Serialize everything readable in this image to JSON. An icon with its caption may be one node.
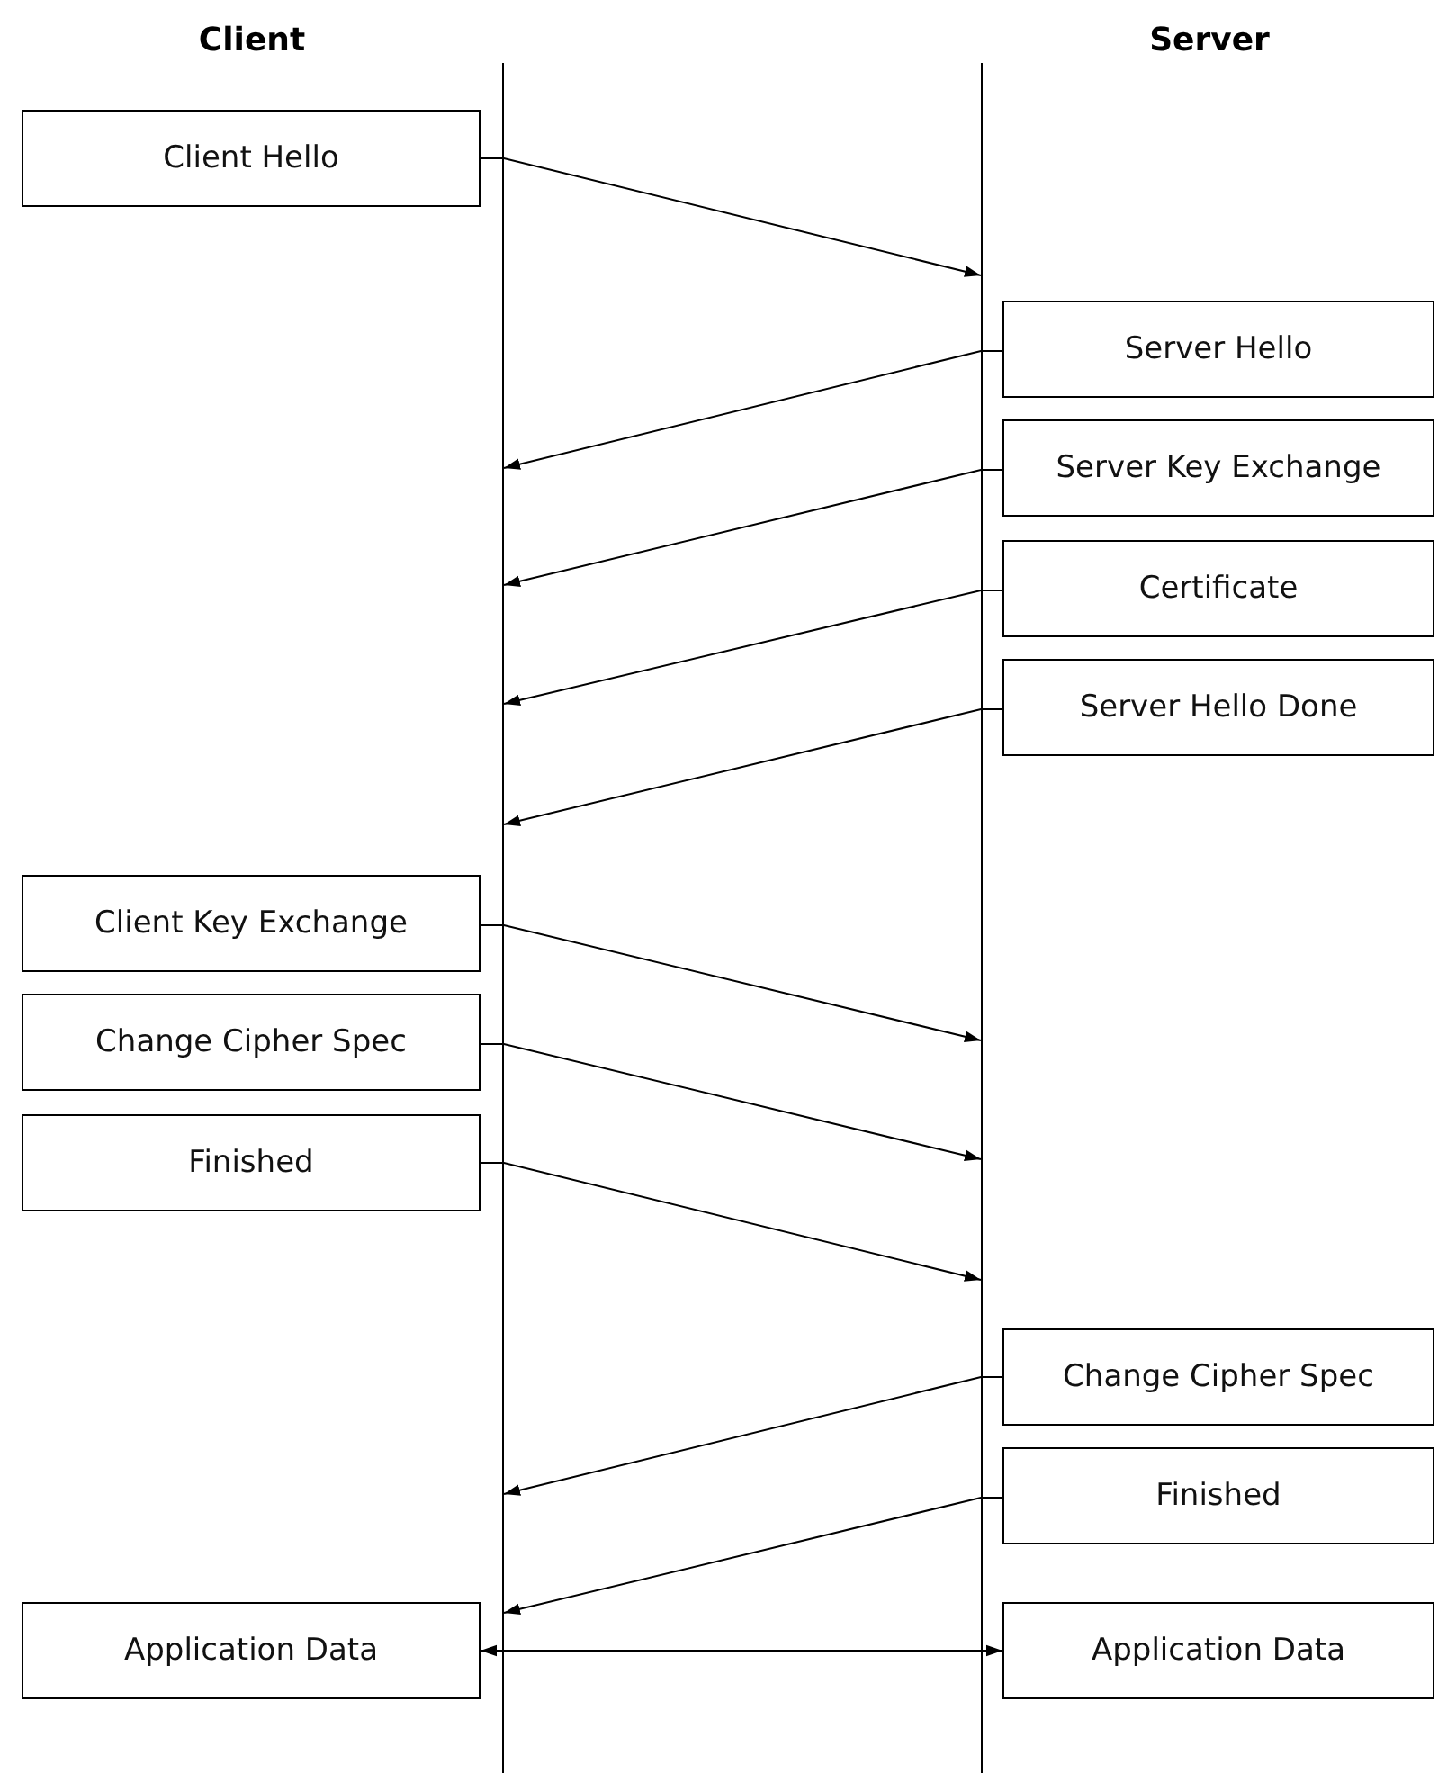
{
  "diagram": {
    "nodes": [
      {
        "text": [
          "Client Hello"
        ]
      },
      {
        "text": [
          "Server Hello"
        ]
      },
      {
        "text": [
          "Server Key Exchange"
        ]
      },
      {
        "text": [
          "Certificate"
        ]
      },
      {
        "text": [
          "Server Hello Done"
        ]
      },
      {
        "text": [
          "Client Key Exchange"
        ]
      },
      {
        "text": [
          "Change Cipher Spec"
        ]
      },
      {
        "text": [
          "Finished"
        ]
      },
      {
        "text": [
          "Change Cipher Spec"
        ]
      },
      {
        "text": [
          "Finished"
        ]
      },
      {
        "text": [
          "Application Data"
        ]
      },
      {
        "text": [
          "Application Data"
        ]
      },
      {
        "text": [],
        "shape": "bar"
      },
      {
        "text": [],
        "shape": "bar"
      }
    ],
    "edges": [
      {
        "from": 0,
        "to": 13,
        "arrow": "to"
      },
      {
        "from": 1,
        "to": 12,
        "arrow": "to"
      },
      {
        "from": 2,
        "to": 12,
        "arrow": "to"
      },
      {
        "from": 3,
        "to": 12,
        "arrow": "to"
      },
      {
        "from": 4,
        "to": 12,
        "arrow": "to"
      },
      {
        "from": 5,
        "to": 13,
        "arrow": "to"
      },
      {
        "from": 6,
        "to": 13,
        "arrow": "to"
      },
      {
        "from": 7,
        "to": 13,
        "arrow": "to"
      },
      {
        "from": 8,
        "to": 12,
        "arrow": "to"
      },
      {
        "from": 9,
        "to": 12,
        "arrow": "to"
      },
      {
        "from": 10,
        "to": 11,
        "arrow": "both"
      }
    ],
    "labels": [
      "Client",
      "Server"
    ]
  }
}
